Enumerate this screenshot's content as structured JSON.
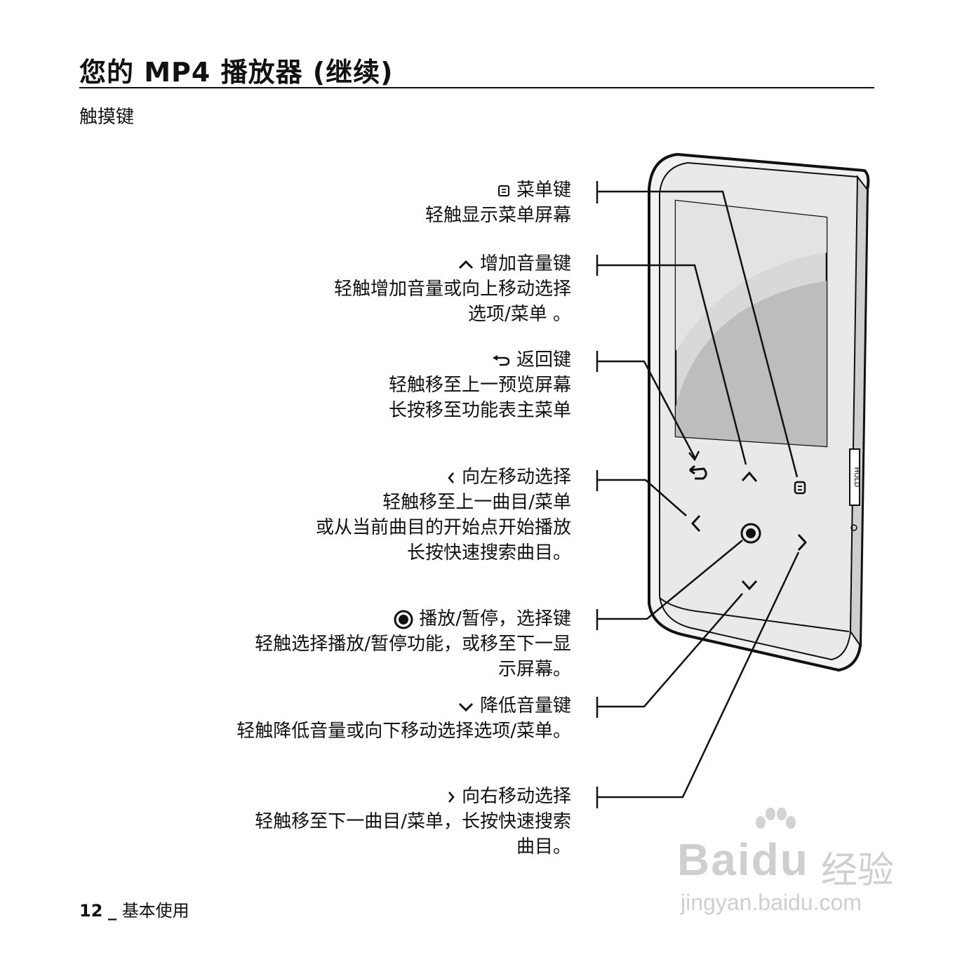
{
  "header": {
    "title": "您的 MP4 播放器 (继续)",
    "subtitle": "触摸键"
  },
  "callouts": [
    {
      "id": "menu",
      "icon": "menu-icon",
      "head": "菜单键",
      "lines": [
        "轻触显示菜单屏幕"
      ]
    },
    {
      "id": "volume-up",
      "icon": "chevron-up-icon",
      "head": "增加音量键",
      "lines": [
        "轻触增加音量或向上移动选择",
        "选项/菜单 。"
      ]
    },
    {
      "id": "back",
      "icon": "back-arrow-icon",
      "head": "返回键",
      "lines": [
        "轻触移至上一预览屏幕",
        "长按移至功能表主菜单"
      ]
    },
    {
      "id": "left",
      "icon": "chevron-left-icon",
      "head": "向左移动选择",
      "lines": [
        "轻触移至上一曲目/菜单",
        "或从当前曲目的开始点开始播放",
        "长按快速搜索曲目。"
      ]
    },
    {
      "id": "play",
      "icon": "play-select-icon",
      "head": "播放/暂停，选择键",
      "lines": [
        "轻触选择播放/暂停功能，或移至下一显",
        "示屏幕。"
      ]
    },
    {
      "id": "volume-down",
      "icon": "chevron-down-icon",
      "head": "降低音量键",
      "lines": [
        "轻触降低音量或向下移动选择选项/菜单。"
      ]
    },
    {
      "id": "right",
      "icon": "chevron-right-icon",
      "head": "向右移动选择",
      "lines": [
        "轻触移至下一曲目/菜单，长按快速搜索",
        "曲目。"
      ]
    }
  ],
  "device": {
    "side_label": "HOLD"
  },
  "footer": {
    "page_number": "12",
    "separator": "_",
    "section": "基本使用"
  },
  "watermark": {
    "brand": "Baidu",
    "brand_cn": "经验",
    "url": "jingyan.baidu.com"
  }
}
